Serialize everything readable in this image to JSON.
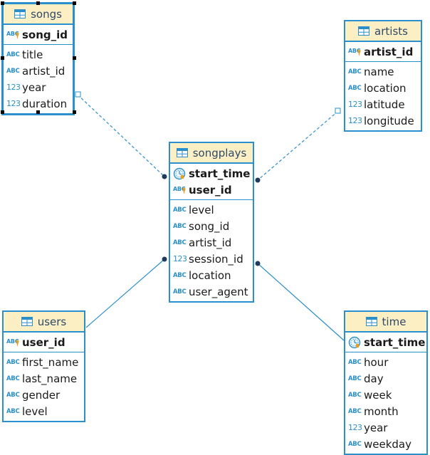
{
  "tables": {
    "songs": {
      "name": "songs",
      "keys": [
        {
          "label": "song_id",
          "type": "abc-key"
        }
      ],
      "columns": [
        {
          "label": "title",
          "type": "abc"
        },
        {
          "label": "artist_id",
          "type": "abc"
        },
        {
          "label": "year",
          "type": "num"
        },
        {
          "label": "duration",
          "type": "num"
        }
      ]
    },
    "artists": {
      "name": "artists",
      "keys": [
        {
          "label": "artist_id",
          "type": "abc-key"
        }
      ],
      "columns": [
        {
          "label": "name",
          "type": "abc"
        },
        {
          "label": "location",
          "type": "abc"
        },
        {
          "label": "latitude",
          "type": "num"
        },
        {
          "label": "longitude",
          "type": "num"
        }
      ]
    },
    "songplays": {
      "name": "songplays",
      "keys": [
        {
          "label": "start_time",
          "type": "time-key"
        },
        {
          "label": "user_id",
          "type": "abc-key"
        }
      ],
      "columns": [
        {
          "label": "level",
          "type": "abc"
        },
        {
          "label": "song_id",
          "type": "abc"
        },
        {
          "label": "artist_id",
          "type": "abc"
        },
        {
          "label": "session_id",
          "type": "num"
        },
        {
          "label": "location",
          "type": "abc"
        },
        {
          "label": "user_agent",
          "type": "abc"
        }
      ]
    },
    "users": {
      "name": "users",
      "keys": [
        {
          "label": "user_id",
          "type": "abc-key"
        }
      ],
      "columns": [
        {
          "label": "first_name",
          "type": "abc"
        },
        {
          "label": "last_name",
          "type": "abc"
        },
        {
          "label": "gender",
          "type": "abc"
        },
        {
          "label": "level",
          "type": "abc"
        }
      ]
    },
    "time": {
      "name": "time",
      "keys": [
        {
          "label": "start_time",
          "type": "time-key"
        }
      ],
      "columns": [
        {
          "label": "hour",
          "type": "abc"
        },
        {
          "label": "day",
          "type": "abc"
        },
        {
          "label": "week",
          "type": "abc"
        },
        {
          "label": "month",
          "type": "abc"
        },
        {
          "label": "year",
          "type": "num"
        },
        {
          "label": "weekday",
          "type": "abc"
        }
      ]
    }
  },
  "icon_text": {
    "abc": "ABC",
    "num": "123"
  },
  "colors": {
    "border": "#2a8fcb",
    "header": "#fcefc3",
    "key_accent": "#e8a020"
  }
}
